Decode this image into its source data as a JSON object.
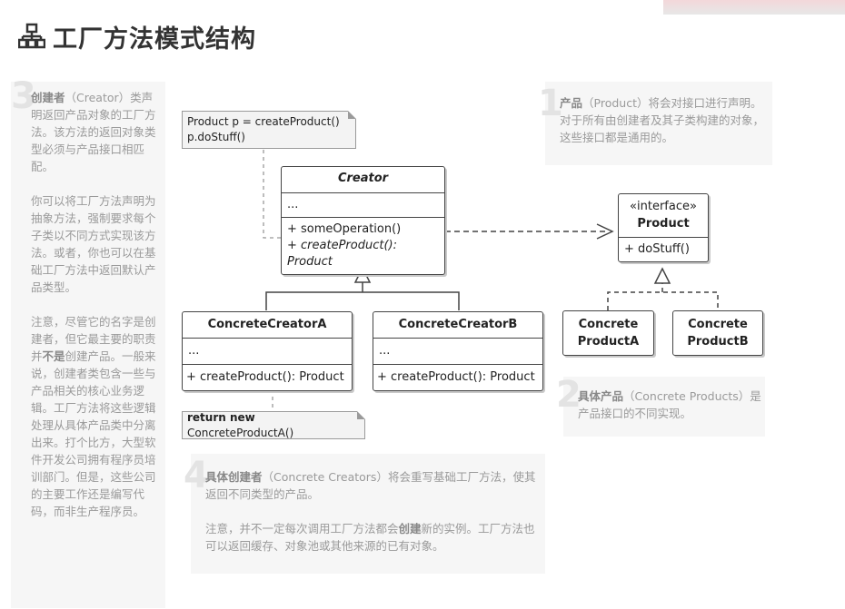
{
  "page": {
    "title": "工厂方法模式结构",
    "title_icon": "hierarchy-icon"
  },
  "notes": {
    "n1": {
      "num": "1",
      "title": "产品",
      "paren": "（Product）",
      "text": "将会对接口进行声明。对于所有由创建者及其子类构建的对象，这些接口都是通用的。"
    },
    "n2": {
      "num": "2",
      "title": "具体产品",
      "paren": "（Concrete Products）",
      "text": "是产品接口的不同实现。"
    },
    "n3": {
      "num": "3",
      "title": "创建者",
      "paren": "（Creator）",
      "text": "类声明返回产品对象的工厂方法。该方法的返回对象类型必须与产品接口相匹配。",
      "p2": "你可以将工厂方法声明为抽象方法，强制要求每个子类以不同方式实现该方法。或者，你也可以在基础工厂方法中返回默认产品类型。",
      "p3_a": "注意，尽管它的名字是创建者，但它最主要的职责并",
      "p3_bold": "不是",
      "p3_b": "创建产品。一般来说，创建者类包含一些与产品相关的核心业务逻辑。工厂方法将这些逻辑处理从具体产品类中分离出来。打个比方，大型软件开发公司拥有程序员培训部门。但是，这些公司的主要工作还是编写代码，而非生产程序员。"
    },
    "n4": {
      "num": "4",
      "title": "具体创建者",
      "paren": "（Concrete Creators）",
      "text": "将会重写基础工厂方法，使其返回不同类型的产品。",
      "p2_a": "注意，并不一定每次调用工厂方法都会",
      "p2_bold": "创建",
      "p2_b": "新的实例。工厂方法也可以返回缓存、对象池或其他来源的已有对象。"
    }
  },
  "diagram": {
    "code_note_top": {
      "line1": "Product p = createProduct()",
      "line2": "p.doStuff()"
    },
    "code_note_bottom": {
      "kw": "return new",
      "rest": " ConcreteProductA()"
    },
    "creator": {
      "name": "Creator",
      "fields": "...",
      "op1": "+ someOperation()",
      "op2": "+ createProduct(): Product"
    },
    "concrete_creator_a": {
      "name": "ConcreteCreatorA",
      "fields": "...",
      "op": "+ createProduct(): Product"
    },
    "concrete_creator_b": {
      "name": "ConcreteCreatorB",
      "fields": "...",
      "op": "+ createProduct(): Product"
    },
    "product": {
      "stereotype": "«interface»",
      "name": "Product",
      "op": "+ doStuff()"
    },
    "concrete_product_a": {
      "line1": "Concrete",
      "line2": "ProductA"
    },
    "concrete_product_b": {
      "line1": "Concrete",
      "line2": "ProductB"
    }
  }
}
